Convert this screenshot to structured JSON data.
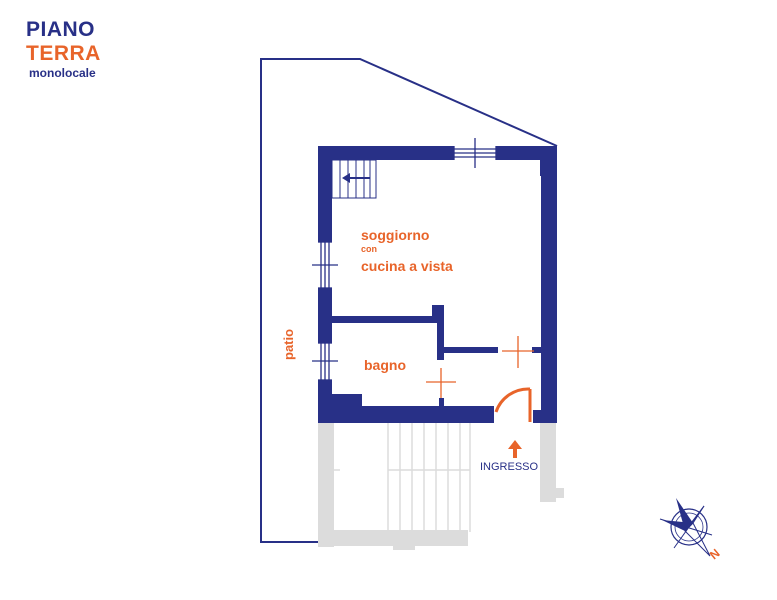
{
  "title": {
    "line1": "PIANO",
    "line2": "TERRA",
    "line3": "monolocale"
  },
  "rooms": {
    "living_1": "soggiorno",
    "living_2": "con",
    "living_3": "cucina a vista",
    "bathroom": "bagno",
    "patio": "patio"
  },
  "entrance_label": "INGRESSO",
  "compass_label": "N",
  "colors": {
    "wall": "#283087",
    "accent": "#e8642a",
    "exterior": "#d8d8d8",
    "outline": "#283087"
  }
}
